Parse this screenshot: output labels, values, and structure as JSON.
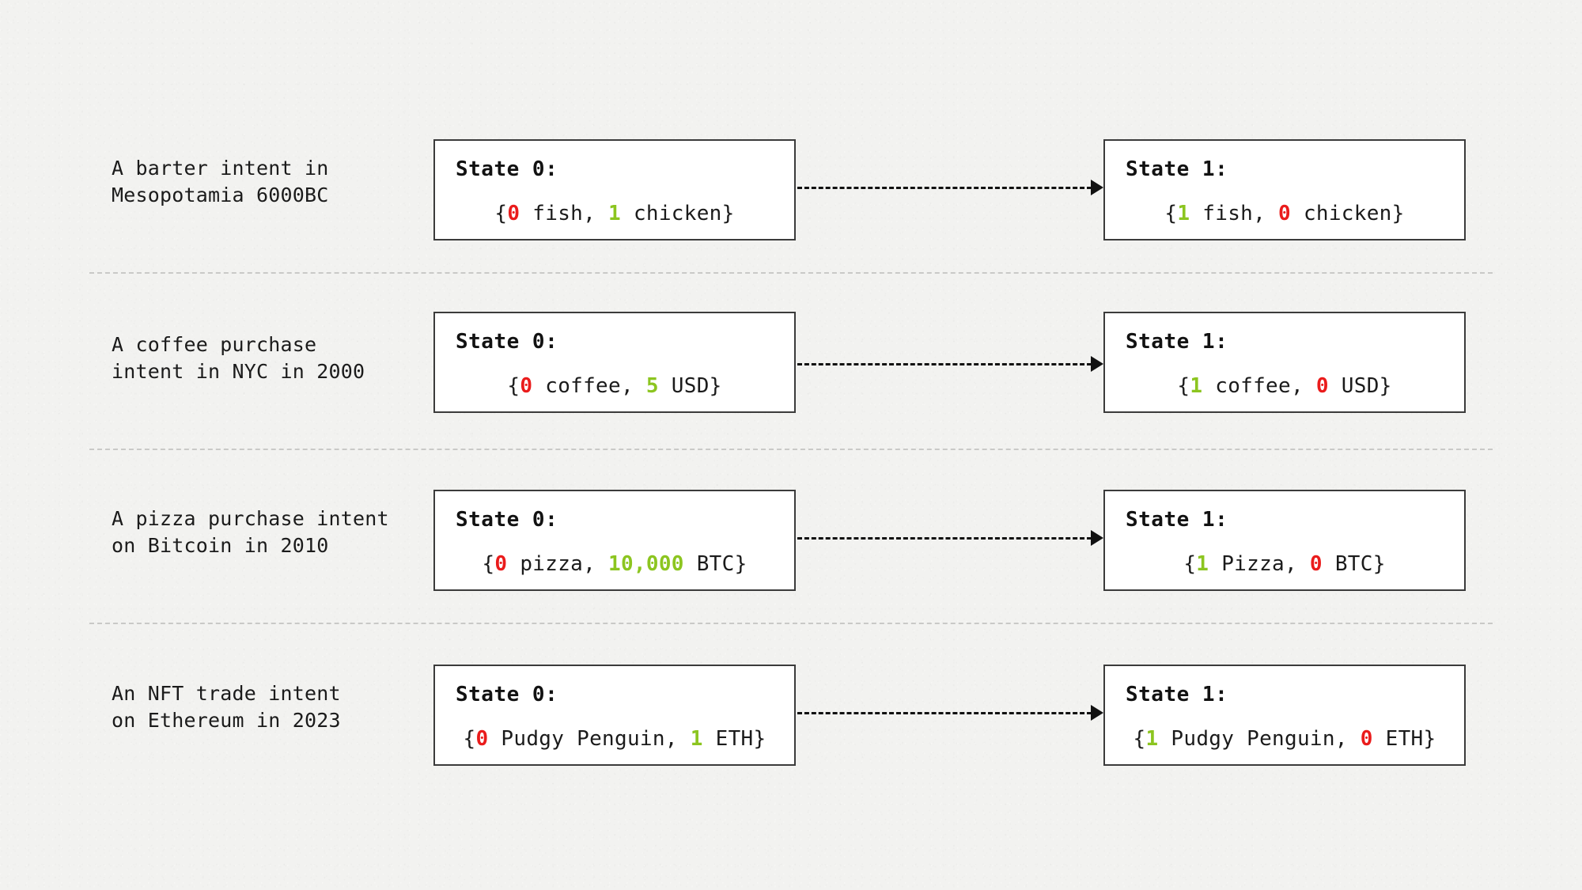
{
  "colors": {
    "background": "#f2f2f0",
    "box_fill": "#ffffff",
    "box_border": "#3b3b3b",
    "text": "#1b1b1b",
    "zero_value": "#ea1c1c",
    "positive_value": "#8cc520",
    "separator": "#c9c9c7",
    "arrow": "#111111"
  },
  "rows": [
    {
      "label_line1": "A barter intent in",
      "label_line2": "Mesopotamia 6000BC",
      "left": {
        "title": "State 0:",
        "open": "{",
        "first_num": "0",
        "first_num_kind": "zero",
        "first_item": " fish, ",
        "second_num": "1",
        "second_num_kind": "pos",
        "second_item": " chicken",
        "close": "}"
      },
      "right": {
        "title": "State 1:",
        "open": "{",
        "first_num": "1",
        "first_num_kind": "pos",
        "first_item": " fish, ",
        "second_num": "0",
        "second_num_kind": "zero",
        "second_item": " chicken",
        "close": "}"
      },
      "arrow": "dashed-arrow-right"
    },
    {
      "label_line1": "A coffee purchase",
      "label_line2": "intent in NYC in 2000",
      "left": {
        "title": "State 0:",
        "open": "{",
        "first_num": "0",
        "first_num_kind": "zero",
        "first_item": " coffee, ",
        "second_num": "5",
        "second_num_kind": "pos",
        "second_item": " USD",
        "close": "}"
      },
      "right": {
        "title": "State 1:",
        "open": "{",
        "first_num": "1",
        "first_num_kind": "pos",
        "first_item": " coffee, ",
        "second_num": "0",
        "second_num_kind": "zero",
        "second_item": " USD",
        "close": "}"
      },
      "arrow": "dashed-arrow-right"
    },
    {
      "label_line1": "A pizza purchase intent",
      "label_line2": "on Bitcoin in 2010",
      "left": {
        "title": "State 0:",
        "open": "{",
        "first_num": "0",
        "first_num_kind": "zero",
        "first_item": " pizza, ",
        "second_num": "10,000",
        "second_num_kind": "pos",
        "second_item": " BTC",
        "close": "}"
      },
      "right": {
        "title": "State 1:",
        "open": "{",
        "first_num": "1",
        "first_num_kind": "pos",
        "first_item": " Pizza, ",
        "second_num": "0",
        "second_num_kind": "zero",
        "second_item": " BTC",
        "close": "}"
      },
      "arrow": "dashed-arrow-right"
    },
    {
      "label_line1": "An NFT trade intent",
      "label_line2": "on Ethereum in 2023",
      "left": {
        "title": "State 0:",
        "open": "{",
        "first_num": "0",
        "first_num_kind": "zero",
        "first_item": " Pudgy Penguin, ",
        "second_num": "1",
        "second_num_kind": "pos",
        "second_item": " ETH",
        "close": "}"
      },
      "right": {
        "title": "State 1:",
        "open": "{",
        "first_num": "1",
        "first_num_kind": "pos",
        "first_item": " Pudgy Penguin, ",
        "second_num": "0",
        "second_num_kind": "zero",
        "second_item": " ETH",
        "close": "}"
      },
      "arrow": "dashed-arrow-right"
    }
  ]
}
